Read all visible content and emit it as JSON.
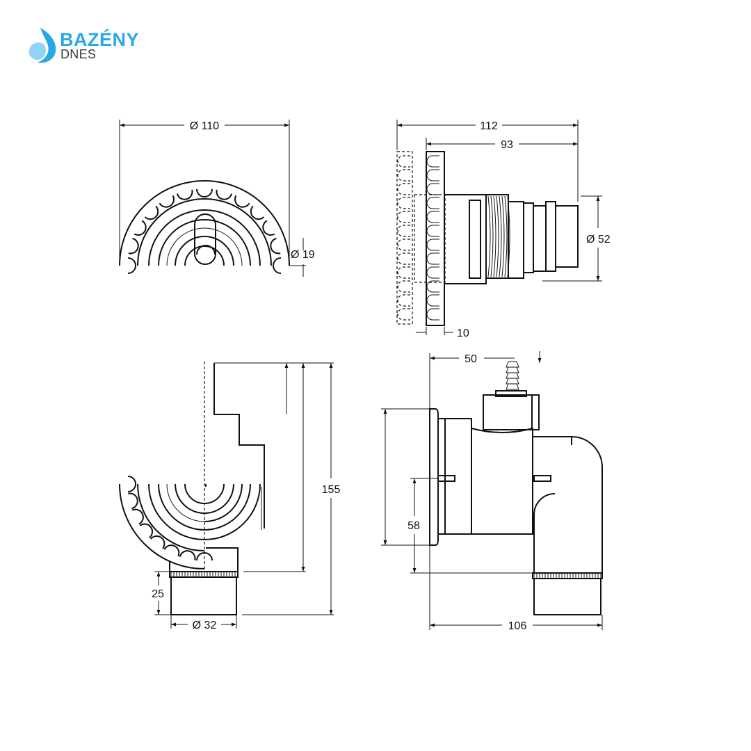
{
  "brand": {
    "name_line1": "BAZÉNY",
    "name_line2": "DNES",
    "logo_icon": "water-drop-icon",
    "colors": {
      "brand": "#2aa7e6",
      "brand_light": "#8fd3f5",
      "text": "#2aa7e6",
      "text_secondary": "#3a3a3a"
    }
  },
  "drawing": {
    "line_color": "#111111",
    "front_view": {
      "diameter_outer": "Ø 110",
      "diameter_nozzle": "Ø 19"
    },
    "side_view": {
      "length_total": "112",
      "length_body": "93",
      "flange_thickness": "10",
      "diameter_body": "Ø 52"
    },
    "rear_view": {
      "height_total": "155",
      "pipe_length": "25",
      "pipe_diameter": "Ø 32"
    },
    "side_section_view": {
      "air_inlet_offset": "50",
      "axis_height": "58",
      "depth_total": "106"
    }
  }
}
